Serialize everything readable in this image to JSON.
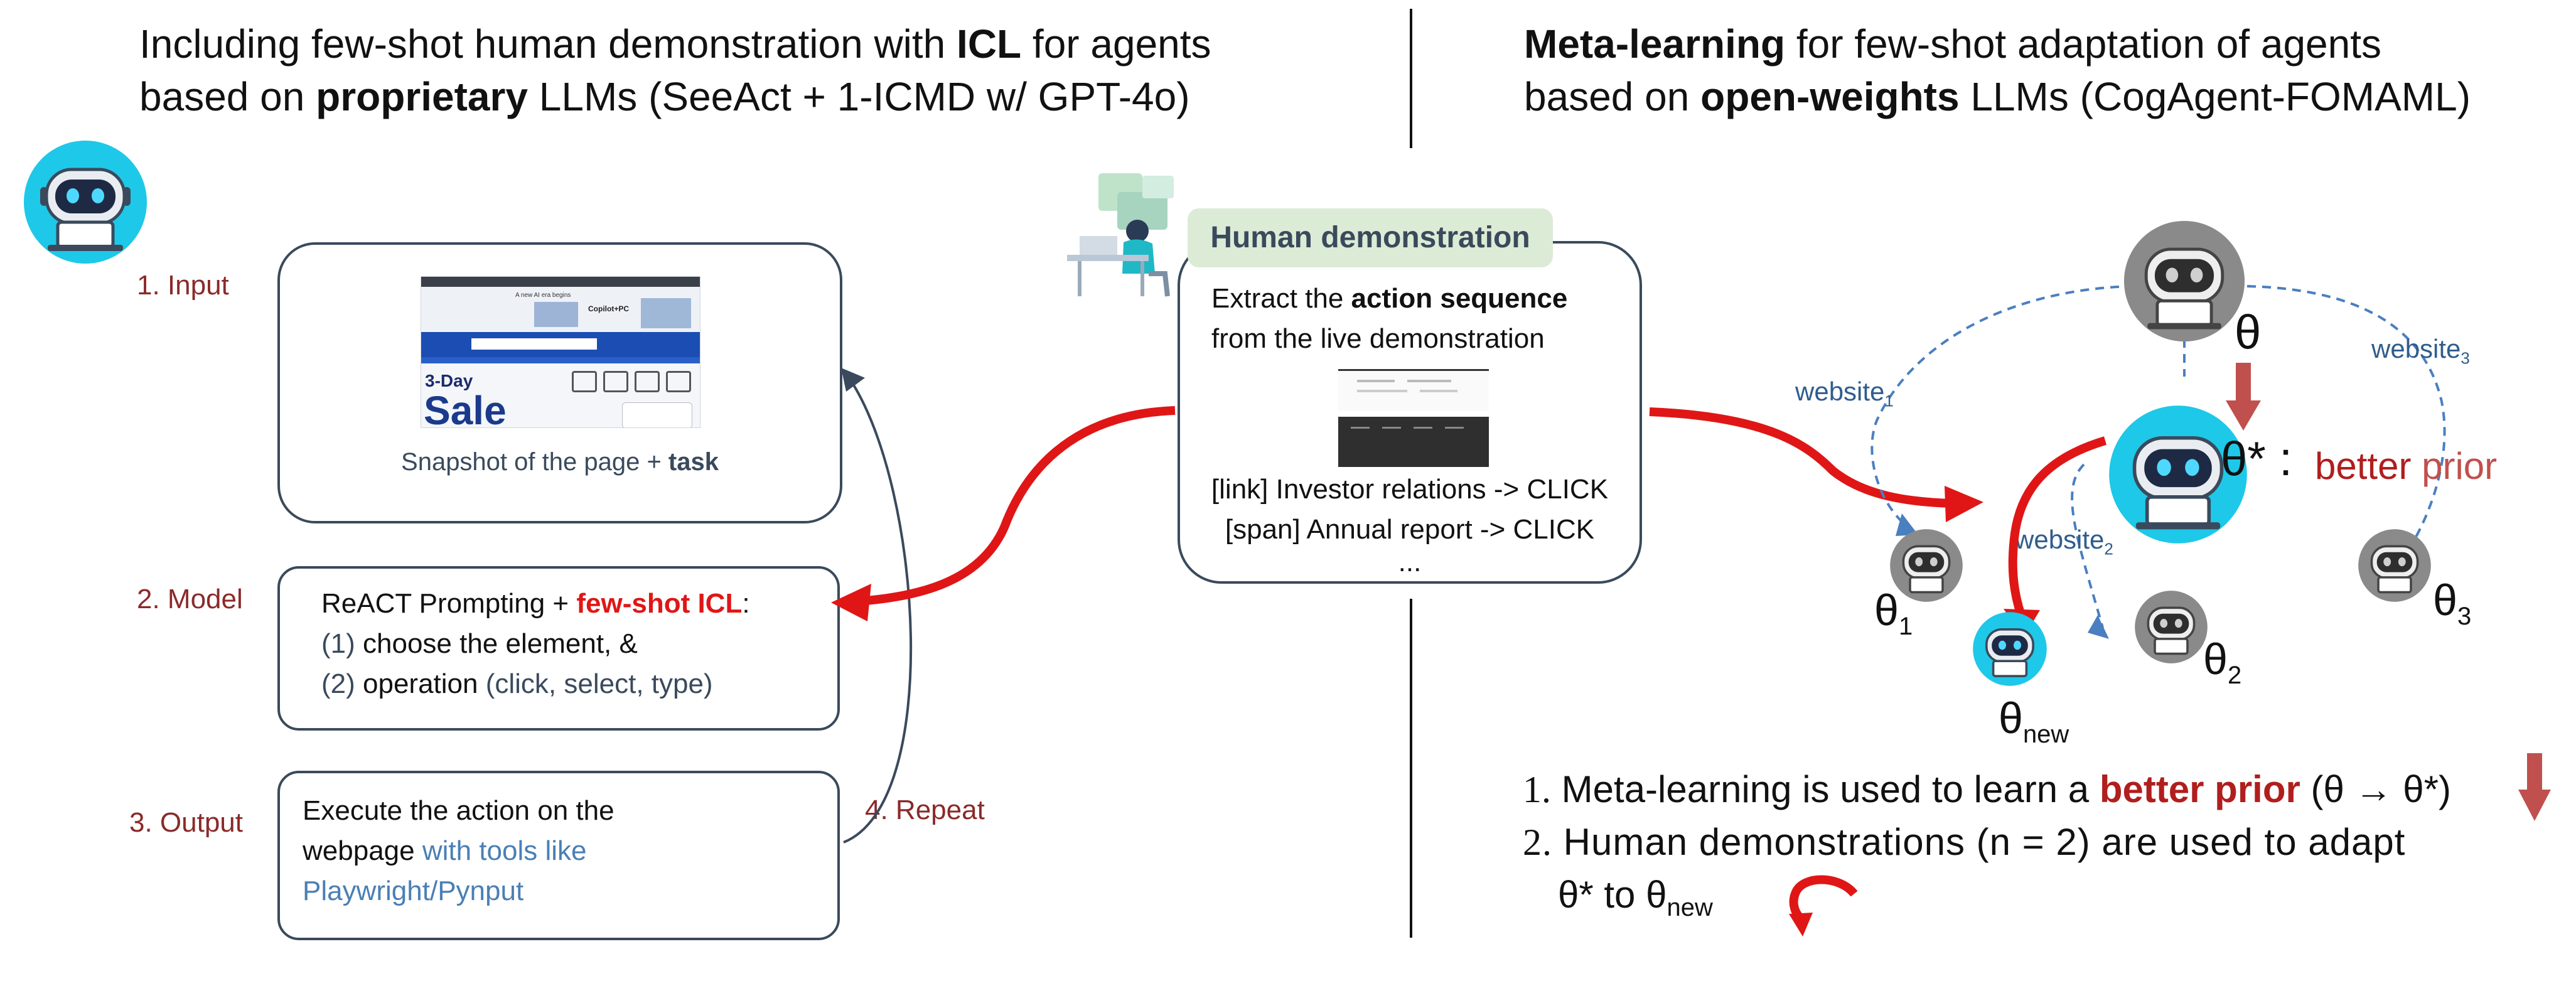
{
  "left": {
    "title_pre": "Including few-shot human demonstration with ",
    "title_bold1": "ICL",
    "title_mid": " for agents",
    "title_line2_pre": "based on ",
    "title_bold2": "proprietary",
    "title_line2_post": " LLMs (SeeAct + 1-ICMD w/ GPT-4o)",
    "steps": {
      "input": "1. Input",
      "model": "2. Model",
      "output": "3. Output",
      "repeat": "4. Repeat"
    },
    "input_box": {
      "caption_pre": "Snapshot of the page + ",
      "caption_bold": "task",
      "snapshot": {
        "headline": "3-Day",
        "sale": "Sale",
        "banner": "A new AI era begins",
        "brand": "Copilot+PC"
      }
    },
    "model_box": {
      "line1_pre": "ReACT Prompting + ",
      "line1_red": "few-shot ICL",
      "line1_post": ":",
      "line2_num": "(1)",
      "line2_text": " choose the element, &",
      "line3_num": "(2)",
      "line3_text": " operation ",
      "line3_blue": "(click, select, type)"
    },
    "output_box": {
      "line1": "Execute the action on the",
      "line2_pre": "webpage ",
      "line2_blue": "with tools like",
      "line3_blue": "Playwright/Pynput"
    }
  },
  "middle": {
    "label": "Human demonstration",
    "line1_pre": "Extract the ",
    "line1_bold": "action sequence",
    "line2": "from the live demonstration",
    "action1": "[link] Investor relations -> CLICK",
    "action2": "[span] Annual report -> CLICK",
    "ellipsis": "..."
  },
  "right": {
    "title_bold1": "Meta-learning",
    "title_post1": " for few-shot adaptation of agents",
    "title_line2_pre": "based on ",
    "title_bold2": "open-weights",
    "title_line2_post": " LLMs (CogAgent-FOMAML)",
    "theta": "θ",
    "theta_star": "θ* :",
    "better": "better",
    "prior": "prior",
    "websites": [
      "website",
      "website",
      "website"
    ],
    "website_subs": [
      "1",
      "2",
      "3"
    ],
    "theta1_sub": "1",
    "theta2_sub": "2",
    "theta3_sub": "3",
    "theta_new_sub": "new",
    "notes": {
      "n1_num": "1.",
      "n1_pre": " Meta-learning is used to learn a ",
      "n1_bold": "better prior",
      "n1_post": " (θ → θ*)",
      "n2_num": "2.",
      "n2_text": " Human demonstrations (n = 2) are used to adapt",
      "n3_pre": "θ* to θ",
      "n3_sub": "new"
    }
  },
  "colors": {
    "accent_red": "#e01616",
    "dark_red": "#b01e1e",
    "link_blue": "#4a7fb5",
    "box_border": "#3a4a5c",
    "robot_cyan": "#1ec8e8",
    "robot_gray": "#8a8a8a",
    "label_green": "#dcebd5"
  }
}
